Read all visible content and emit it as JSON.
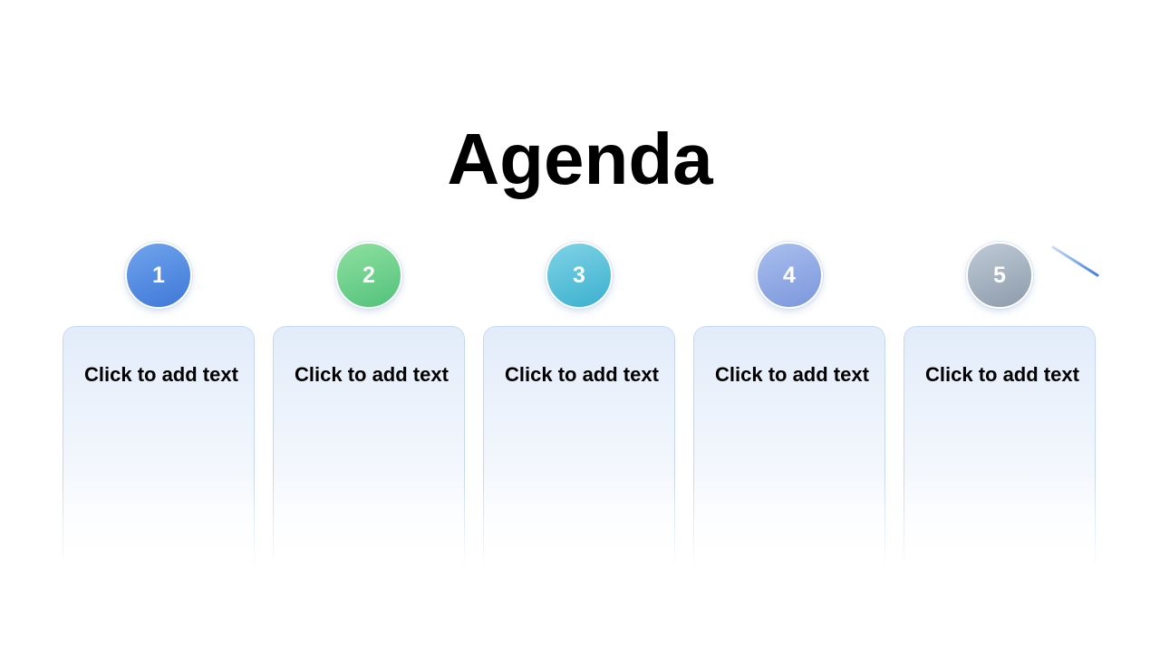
{
  "slide": {
    "title": "Agenda"
  },
  "timeline": {
    "line_color_start": "#c9dcf3",
    "line_color_end": "#3f7fdc",
    "steps": [
      {
        "number": "1",
        "text": "Click to add text",
        "color_top": "#6fa4ec",
        "color_bottom": "#3f78d8"
      },
      {
        "number": "2",
        "text": "Click to add text",
        "color_top": "#8fe0a0",
        "color_bottom": "#52c27a"
      },
      {
        "number": "3",
        "text": "Click to add text",
        "color_top": "#7fd3e6",
        "color_bottom": "#3cb0cf"
      },
      {
        "number": "4",
        "text": "Click to add text",
        "color_top": "#a9bfee",
        "color_bottom": "#7c97dc"
      },
      {
        "number": "5",
        "text": "Click to add text",
        "color_top": "#bfcad6",
        "color_bottom": "#8c9bab"
      }
    ]
  }
}
